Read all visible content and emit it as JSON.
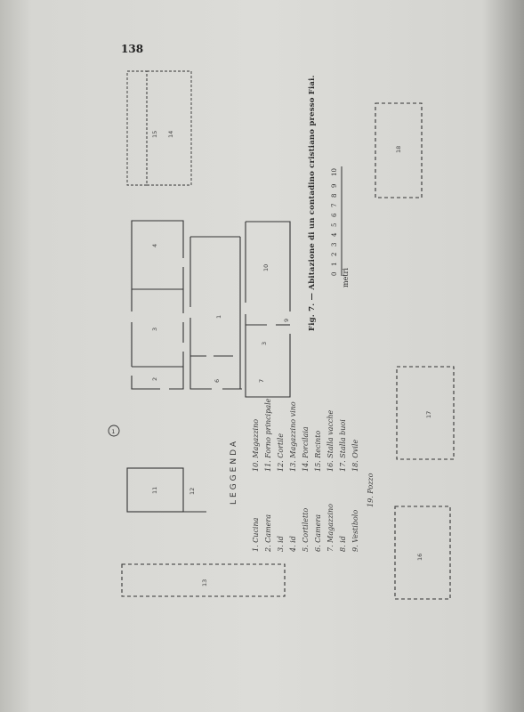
{
  "page": {
    "number": "138"
  },
  "figure": {
    "caption": "Fig. 7. — Abitazione di un contadino cristiano presso Fiai.",
    "circle_number": "1",
    "scale": {
      "label": "metri",
      "ticks": [
        "0",
        "1",
        "2",
        "3",
        "4",
        "5",
        "6",
        "7",
        "8",
        "9",
        "10"
      ]
    },
    "room_numbers": {
      "r1": "1",
      "r2": "2",
      "r3": "3",
      "r4": "4",
      "r6": "6",
      "r7": "7",
      "r9": "9",
      "r10": "10",
      "r11": "11",
      "r12": "12",
      "r13": "13",
      "r14": "14",
      "r15": "15",
      "r16": "16",
      "r17": "17",
      "r18": "18"
    }
  },
  "legend": {
    "title": "LEGGENDA",
    "left_column": [
      "1. Cucina",
      "2. Camera",
      "3. id",
      "4. id",
      "5. Cortiletto",
      "6. Camera",
      "7. Magazzino",
      "8. id",
      "9. Vestibolo"
    ],
    "right_column": [
      "10. Magazzino",
      "11. Forno principale",
      "12. Cortile",
      "13. Magazzino vino",
      "14. Porcilaia",
      "15. Recinto",
      "16. Stalla vacche",
      "17. Stalla buoi",
      "18. Ovile"
    ],
    "extra": "19. Pozzo"
  }
}
